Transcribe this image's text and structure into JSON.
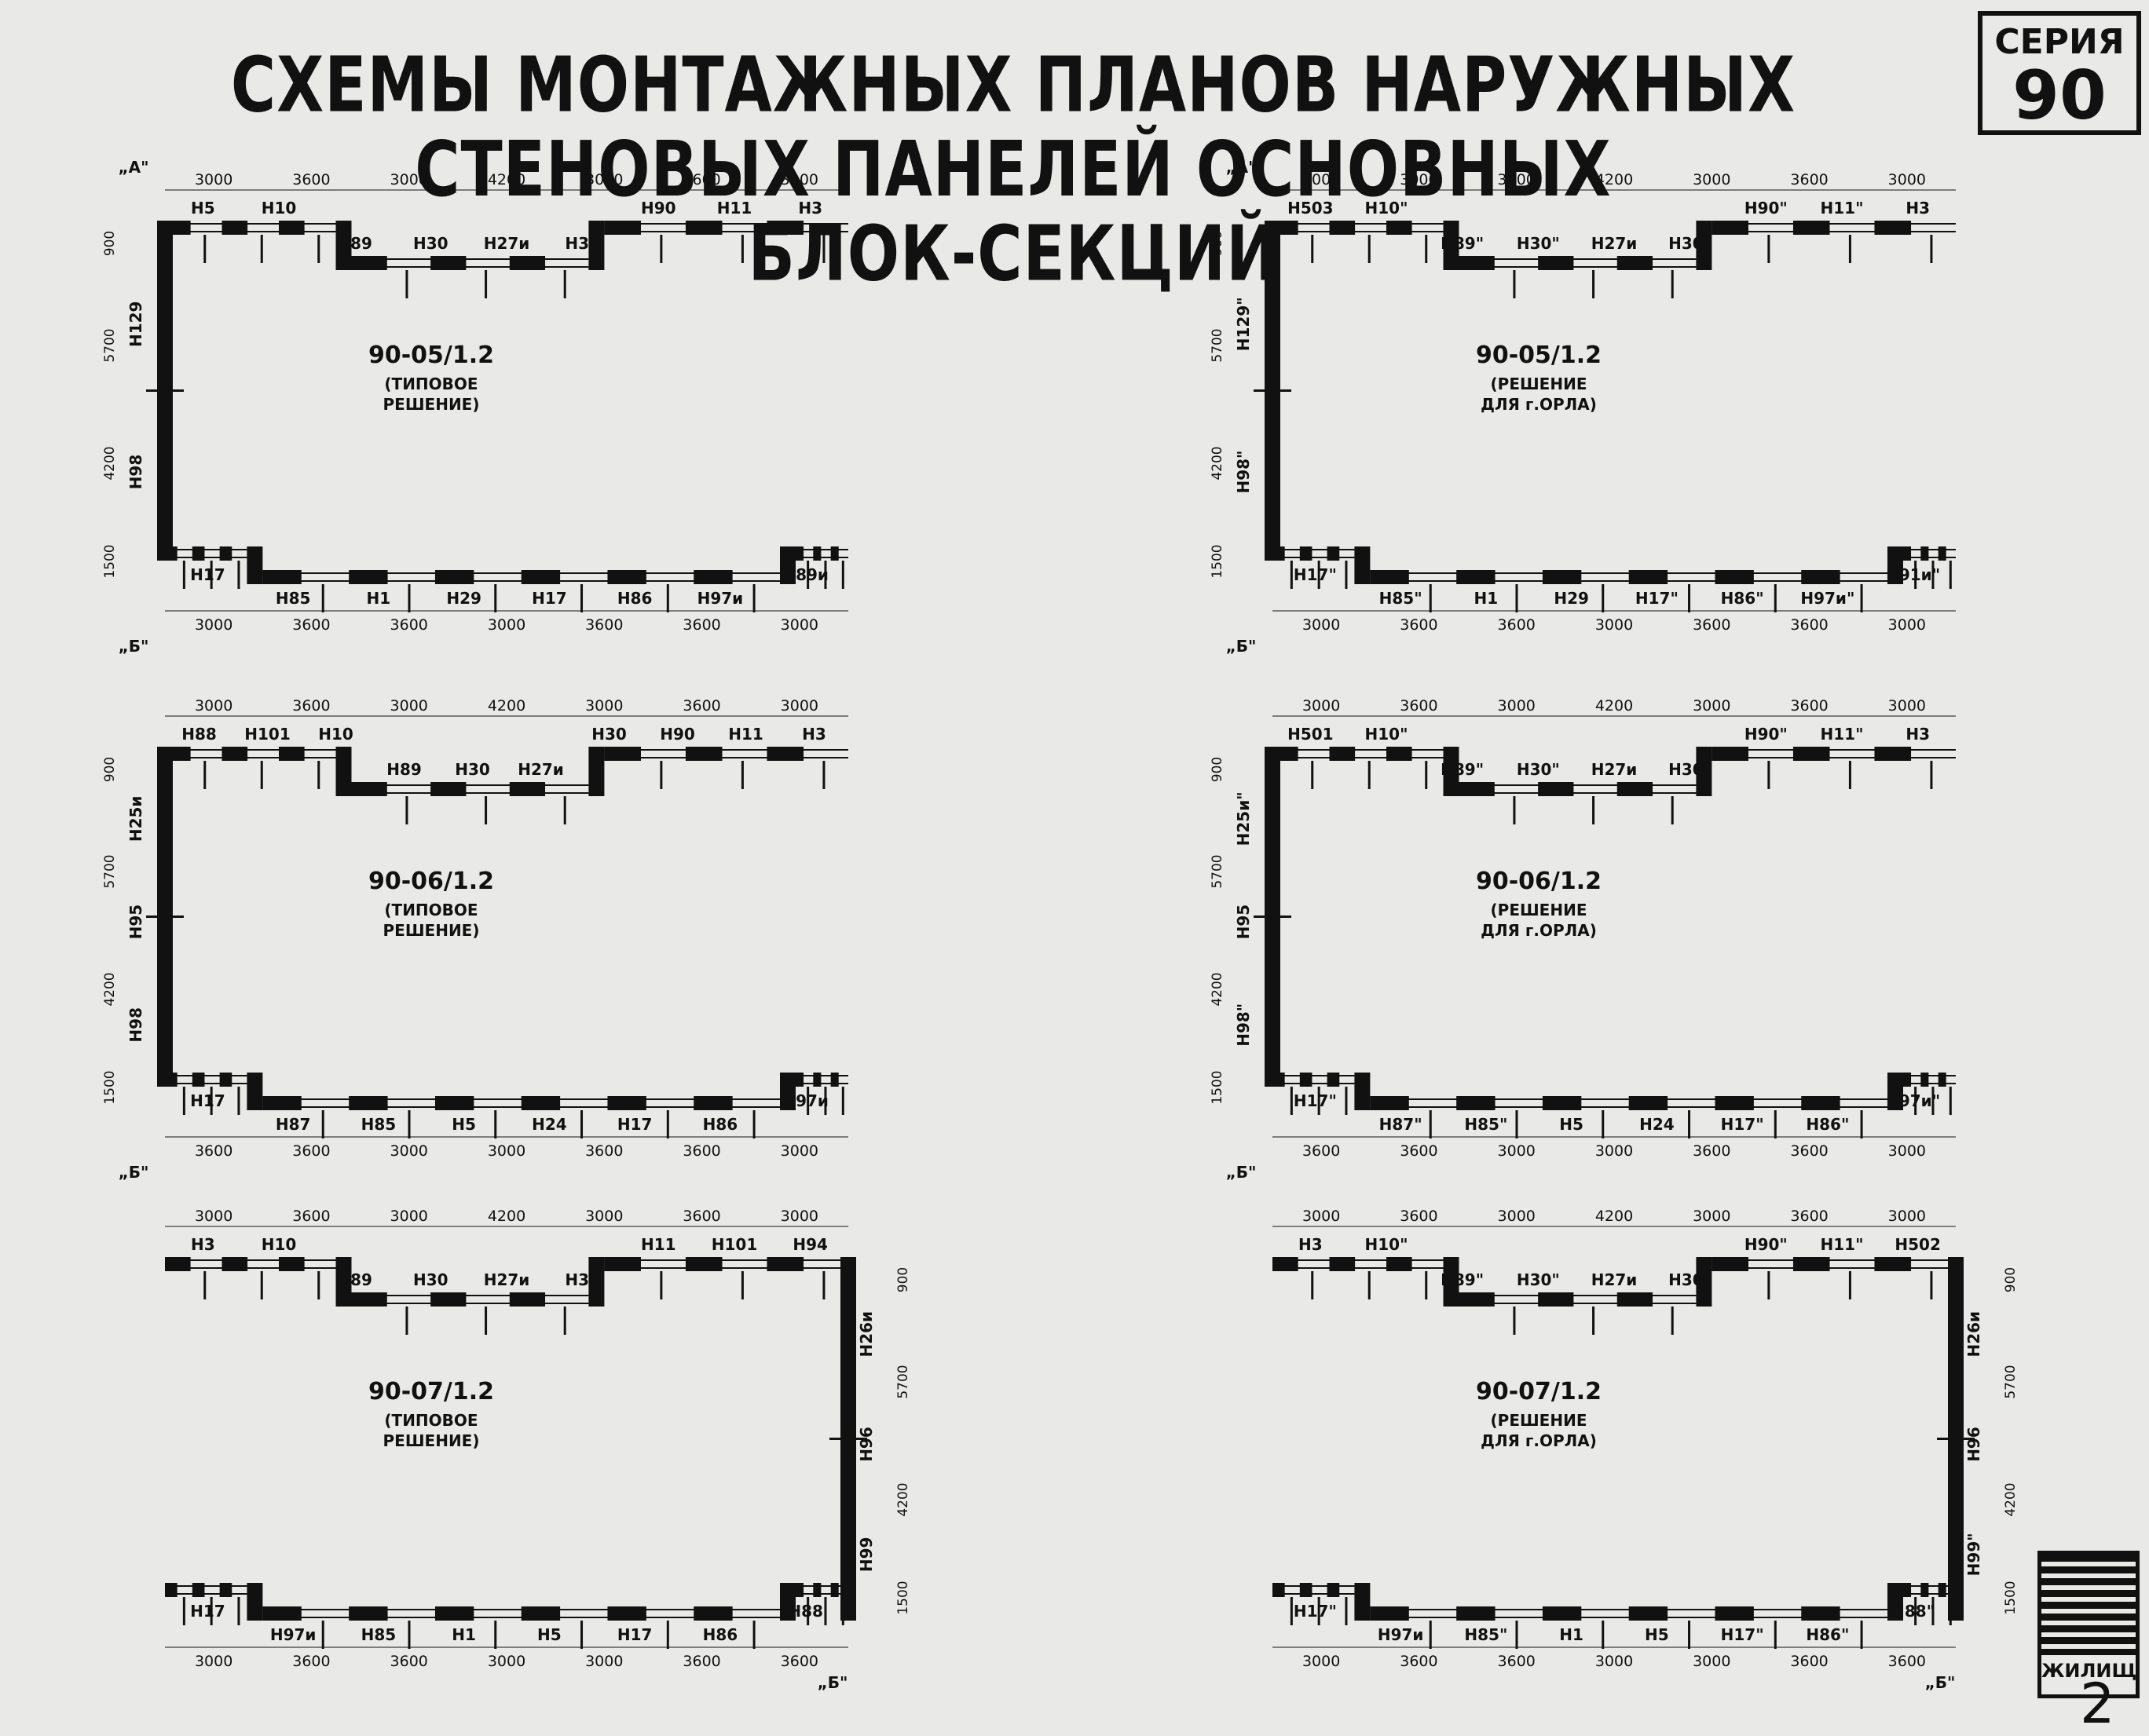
{
  "title_line1": "СХЕМЫ МОНТАЖНЫХ ПЛАНОВ НАРУЖНЫХ СТЕНОВЫХ ПАНЕЛЕЙ ОСНОВНЫХ",
  "title_line2": "БЛОК-СЕКЦИЙ",
  "series_label": "СЕРИЯ",
  "series_number": "90",
  "stamp_text": "ЖИЛИЩА",
  "sheet_number": "2",
  "plans": [
    {
      "code": "90-05/1.2",
      "note1": "(ТИПОВОЕ",
      "note2": "РЕШЕНИЕ)",
      "top_dims": [
        "3000",
        "3600",
        "3000",
        "4200",
        "3000",
        "3600",
        "3000"
      ],
      "bottom_dims": [
        "3000",
        "3600",
        "3600",
        "3000",
        "3600",
        "3600",
        "3000"
      ],
      "side_dims": [
        "900",
        "5700",
        "4200",
        "1500"
      ],
      "top_panels": [
        "Н5",
        "Н10",
        "Н89",
        "Н30",
        "Н27и",
        "Н30",
        "Н90",
        "Н11",
        "Н3"
      ],
      "bottom_panels": [
        "Н17",
        "Н85",
        "Н1",
        "Н29",
        "Н17",
        "Н86",
        "Н97и",
        "Н89и"
      ],
      "wall_panels": [
        "Н129",
        "Н98"
      ],
      "section_marks": [
        "А",
        "Б"
      ]
    },
    {
      "code": "90-05/1.2",
      "note1": "(РЕШЕНИЕ",
      "note2": "ДЛЯ г.ОРЛА)",
      "top_dims": [
        "3000",
        "3000",
        "3000",
        "4200",
        "3000",
        "3600",
        "3000"
      ],
      "bottom_dims": [
        "3000",
        "3600",
        "3600",
        "3000",
        "3600",
        "3600",
        "3000"
      ],
      "side_dims": [
        "900",
        "5700",
        "4200",
        "1500"
      ],
      "top_panels": [
        "Н503",
        "Н10\"",
        "Н89\"",
        "Н30\"",
        "Н27и",
        "Н30\"",
        "Н90\"",
        "Н11\"",
        "Н3"
      ],
      "bottom_panels": [
        "Н17\"",
        "Н85\"",
        "Н1",
        "Н29",
        "Н17\"",
        "Н86\"",
        "Н97и\"",
        "Н91и\""
      ],
      "wall_panels": [
        "Н129\"",
        "Н98\""
      ],
      "section_marks": [
        "А",
        "Б"
      ]
    },
    {
      "code": "90-06/1.2",
      "note1": "(ТИПОВОЕ",
      "note2": "РЕШЕНИЕ)",
      "top_dims": [
        "3000",
        "3600",
        "3000",
        "4200",
        "3000",
        "3600",
        "3000"
      ],
      "bottom_dims": [
        "3600",
        "3600",
        "3000",
        "3000",
        "3600",
        "3600",
        "3000"
      ],
      "side_dims": [
        "900",
        "5700",
        "4200",
        "1500"
      ],
      "top_panels": [
        "Н88",
        "Н101",
        "Н10",
        "Н89",
        "Н30",
        "Н27и",
        "Н30",
        "Н90",
        "Н11",
        "Н3"
      ],
      "bottom_panels": [
        "Н17",
        "Н87",
        "Н85",
        "Н5",
        "Н24",
        "Н17",
        "Н86",
        "Н97и"
      ],
      "wall_panels": [
        "Н25и",
        "Н95",
        "Н98"
      ],
      "section_marks": [
        "Б"
      ]
    },
    {
      "code": "90-06/1.2",
      "note1": "(РЕШЕНИЕ",
      "note2": "ДЛЯ г.ОРЛА)",
      "top_dims": [
        "3000",
        "3600",
        "3000",
        "4200",
        "3000",
        "3600",
        "3000"
      ],
      "bottom_dims": [
        "3600",
        "3600",
        "3000",
        "3000",
        "3600",
        "3600",
        "3000"
      ],
      "side_dims": [
        "900",
        "5700",
        "4200",
        "1500"
      ],
      "top_panels": [
        "Н501",
        "Н10\"",
        "Н89\"",
        "Н30\"",
        "Н27и",
        "Н30\"",
        "Н90\"",
        "Н11\"",
        "Н3"
      ],
      "bottom_panels": [
        "Н17\"",
        "Н87\"",
        "Н85\"",
        "Н5",
        "Н24",
        "Н17\"",
        "Н86\"",
        "Н97и\""
      ],
      "wall_panels": [
        "Н25и\"",
        "Н95",
        "Н98\""
      ],
      "section_marks": [
        "Б"
      ]
    },
    {
      "code": "90-07/1.2",
      "note1": "(ТИПОВОЕ",
      "note2": "РЕШЕНИЕ)",
      "top_dims": [
        "3000",
        "3600",
        "3000",
        "4200",
        "3000",
        "3600",
        "3000"
      ],
      "bottom_dims": [
        "3000",
        "3600",
        "3600",
        "3000",
        "3000",
        "3600",
        "3600"
      ],
      "side_dims": [
        "900",
        "5700",
        "4200",
        "1500"
      ],
      "top_panels": [
        "Н3",
        "Н10",
        "Н89",
        "Н30",
        "Н27и",
        "Н30",
        "Н11",
        "Н101",
        "Н94"
      ],
      "bottom_panels": [
        "Н17",
        "Н97и",
        "Н85",
        "Н1",
        "Н5",
        "Н17",
        "Н86",
        "Н88"
      ],
      "wall_panels": [
        "Н26и",
        "Н96",
        "Н99"
      ],
      "section_marks": [
        "Б"
      ]
    },
    {
      "code": "90-07/1.2",
      "note1": "(РЕШЕНИЕ",
      "note2": "ДЛЯ г.ОРЛА)",
      "top_dims": [
        "3000",
        "3600",
        "3000",
        "4200",
        "3000",
        "3600",
        "3000"
      ],
      "bottom_dims": [
        "3000",
        "3600",
        "3600",
        "3000",
        "3000",
        "3600",
        "3600"
      ],
      "side_dims": [
        "900",
        "5700",
        "4200",
        "1500"
      ],
      "top_panels": [
        "Н3",
        "Н10\"",
        "Н89\"",
        "Н30\"",
        "Н27и",
        "Н30\"",
        "Н90\"",
        "Н11\"",
        "Н502"
      ],
      "bottom_panels": [
        "Н17\"",
        "Н97и",
        "Н85\"",
        "Н1",
        "Н5",
        "Н17\"",
        "Н86\"",
        "Н88\""
      ],
      "wall_panels": [
        "Н26и",
        "Н96",
        "Н99\""
      ],
      "section_marks": [
        "Б"
      ]
    }
  ]
}
